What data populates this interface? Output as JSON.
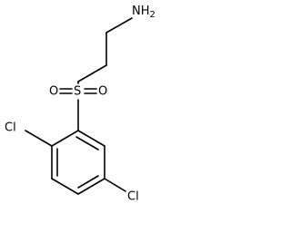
{
  "molecule": {
    "atoms": {
      "amine": "NH2",
      "sulfur": "S",
      "oxygen_left": "O",
      "oxygen_right": "O",
      "chlorine_ortho": "Cl",
      "chlorine_meta": "Cl"
    },
    "bond_color": "#000000",
    "label_color": "#000000",
    "background": "#ffffff"
  }
}
